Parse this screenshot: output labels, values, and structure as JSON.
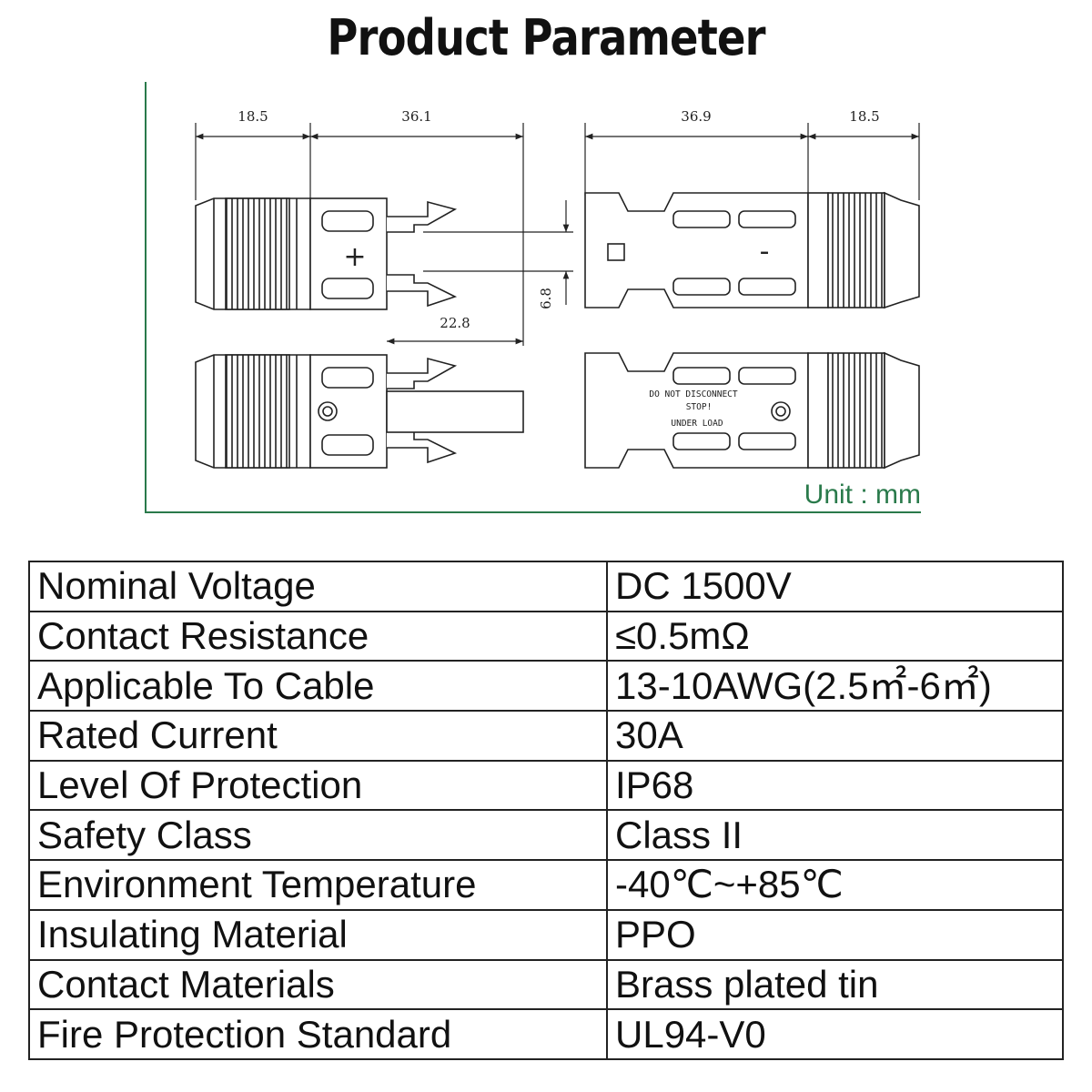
{
  "title": "Product Parameter",
  "drawing": {
    "dimensions": {
      "left_cap": "18.5",
      "left_body": "36.1",
      "right_body": "36.9",
      "right_cap": "18.5",
      "pin_spacing": "6.8",
      "pin_length": "22.8"
    },
    "plus_symbol": "+",
    "minus_symbol": "-",
    "warning": [
      "DO NOT DISCONNECT",
      "STOP!",
      "UNDER LOAD"
    ],
    "unit_label": "Unit : mm"
  },
  "specs": [
    {
      "label": "Nominal Voltage",
      "value": "DC  1500V"
    },
    {
      "label": "Contact Resistance",
      "value": "≤0.5mΩ"
    },
    {
      "label": "Applicable To Cable",
      "value": "13-10AWG(2.5㎡-6㎡)"
    },
    {
      "label": "Rated Current",
      "value": "30A"
    },
    {
      "label": "Level Of Protection",
      "value": "IP68"
    },
    {
      "label": "Safety Class",
      "value": "Class II"
    },
    {
      "label": "Environment Temperature",
      "value": "-40℃~+85℃"
    },
    {
      "label": "Insulating Material",
      "value": "PPO"
    },
    {
      "label": "Contact Materials",
      "value": "Brass plated tin"
    },
    {
      "label": "Fire Protection Standard",
      "value": "UL94-V0"
    }
  ]
}
